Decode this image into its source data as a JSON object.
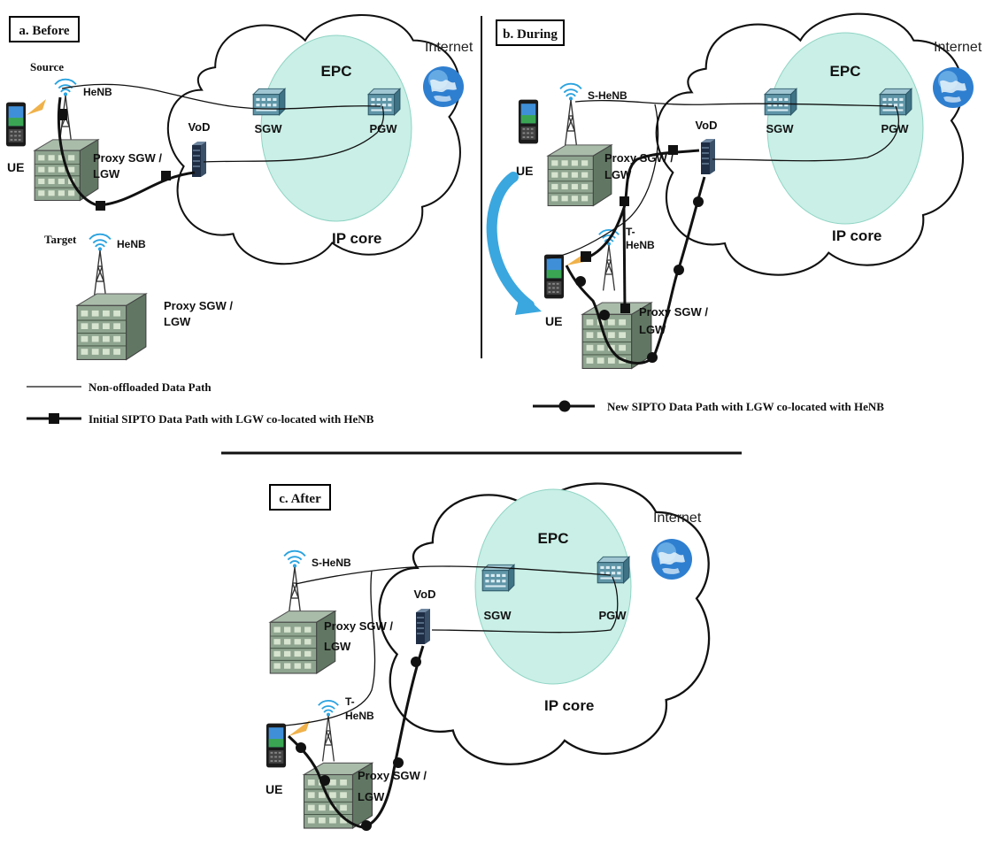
{
  "colors": {
    "cloud_stroke": "#111111",
    "epc_fill": "#c9efe6",
    "globe": "#2f7fd0",
    "arrow": "#3aa7df",
    "wifi": "#2aa3e0",
    "building": "#7f9a86"
  },
  "icons": {
    "ue": "mobile-phone-icon",
    "henb": "antenna-tower-icon",
    "proxy": "server-building-icon",
    "gateway": "network-switch-icon",
    "vod": "server-rack-icon",
    "internet": "globe-icon"
  },
  "panels": {
    "a": {
      "title": "a. Before",
      "epc": "EPC",
      "ip_core": "IP core",
      "internet": "Internet",
      "sgw": "SGW",
      "pgw": "PGW",
      "vod": "VoD",
      "ue": "UE",
      "source": "Source",
      "henb_source": "HeNB",
      "target": "Target",
      "henb_target": "HeNB",
      "proxy1": "Proxy SGW /",
      "lgw1": "LGW",
      "proxy2": "Proxy SGW /",
      "lgw2": "LGW"
    },
    "b": {
      "title": "b. During",
      "epc": "EPC",
      "ip_core": "IP core",
      "internet": "Internet",
      "sgw": "SGW",
      "pgw": "PGW",
      "vod": "VoD",
      "ue1": "UE",
      "ue2": "UE",
      "s_henb": "S-HeNB",
      "t_henb_1": "T-",
      "t_henb_2": "HeNB",
      "proxy1": "Proxy SGW /",
      "lgw1": "LGW",
      "proxy2": "Proxy SGW /",
      "lgw2": "LGW"
    },
    "c": {
      "title": "c. After",
      "epc": "EPC",
      "ip_core": "IP core",
      "internet": "Internet",
      "sgw": "SGW",
      "pgw": "PGW",
      "vod": "VoD",
      "ue": "UE",
      "s_henb": "S-HeNB",
      "t_henb_1": "T-",
      "t_henb_2": "HeNB",
      "proxy1": "Proxy SGW /",
      "lgw1": "LGW",
      "proxy2": "Proxy SGW /",
      "lgw2": "LGW"
    }
  },
  "legend": {
    "non_offloaded": "Non-offloaded Data Path",
    "initial_sipto": "Initial SIPTO Data Path with LGW co-located with HeNB",
    "new_sipto": "New SIPTO Data Path with LGW co-located with HeNB"
  }
}
